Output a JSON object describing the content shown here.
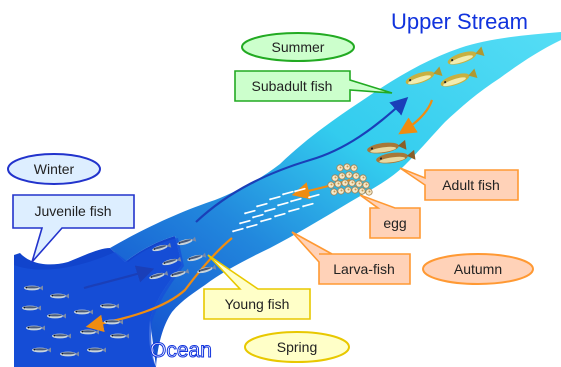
{
  "title": "Upper Stream",
  "ocean_label": "Ocean",
  "seasons": {
    "summer": "Summer",
    "winter": "Winter",
    "autumn": "Autumn",
    "spring": "Spring"
  },
  "stages": {
    "subadult": "Subadult fish",
    "juvenile": "Juvenile fish",
    "adult": "Adult fish",
    "egg": "egg",
    "larva": "Larva-fish",
    "young": "Young fish"
  },
  "colors": {
    "river": "#33ccee",
    "ocean": "#1144cc",
    "title_text": "#1133dd",
    "migration_arrow": "#1a3fb8",
    "drift_arrow": "#f08c10",
    "summer_fill": "#ccffcc",
    "summer_stroke": "#22aa22",
    "winter_fill": "#ddeeff",
    "winter_stroke": "#2233cc",
    "autumn_fill": "#ffd2b8",
    "autumn_stroke": "#ff9933",
    "spring_fill": "#ffffc8",
    "spring_stroke": "#e8c800"
  }
}
